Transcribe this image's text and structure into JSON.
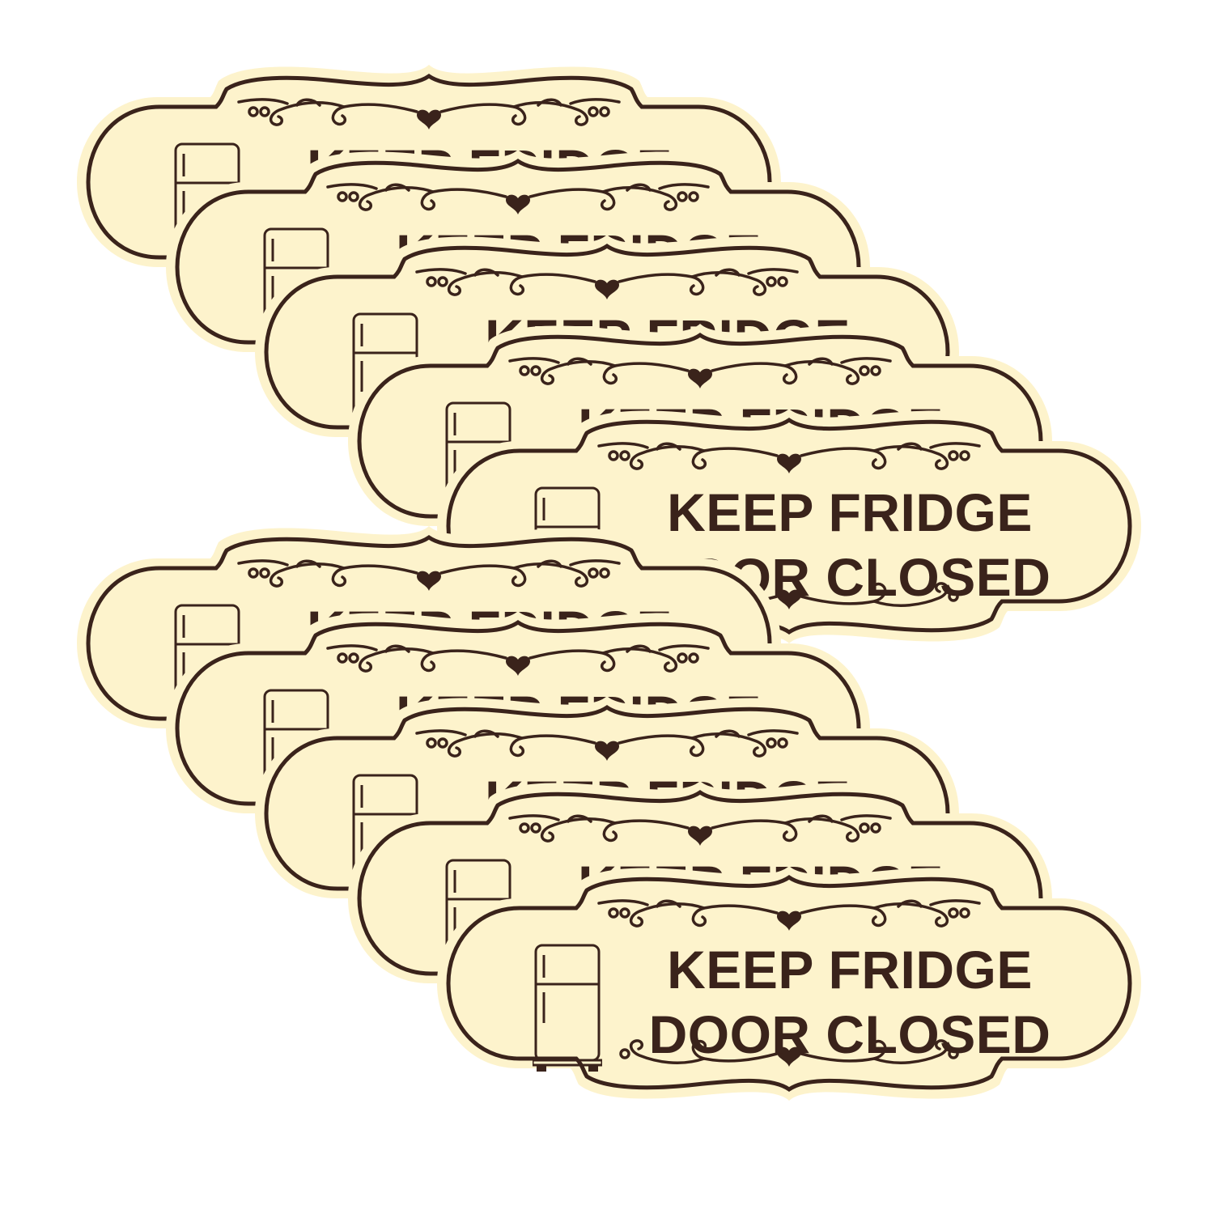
{
  "sign": {
    "line1": "KEEP FRIDGE",
    "line2": "DOOR CLOSED",
    "icon": "fridge-icon",
    "ornament_icon": "heart-flourish-icon"
  },
  "colors": {
    "plate": "#fdf3cc",
    "ink": "#3a231b",
    "background": "#ffffff"
  },
  "sign_count": 10
}
